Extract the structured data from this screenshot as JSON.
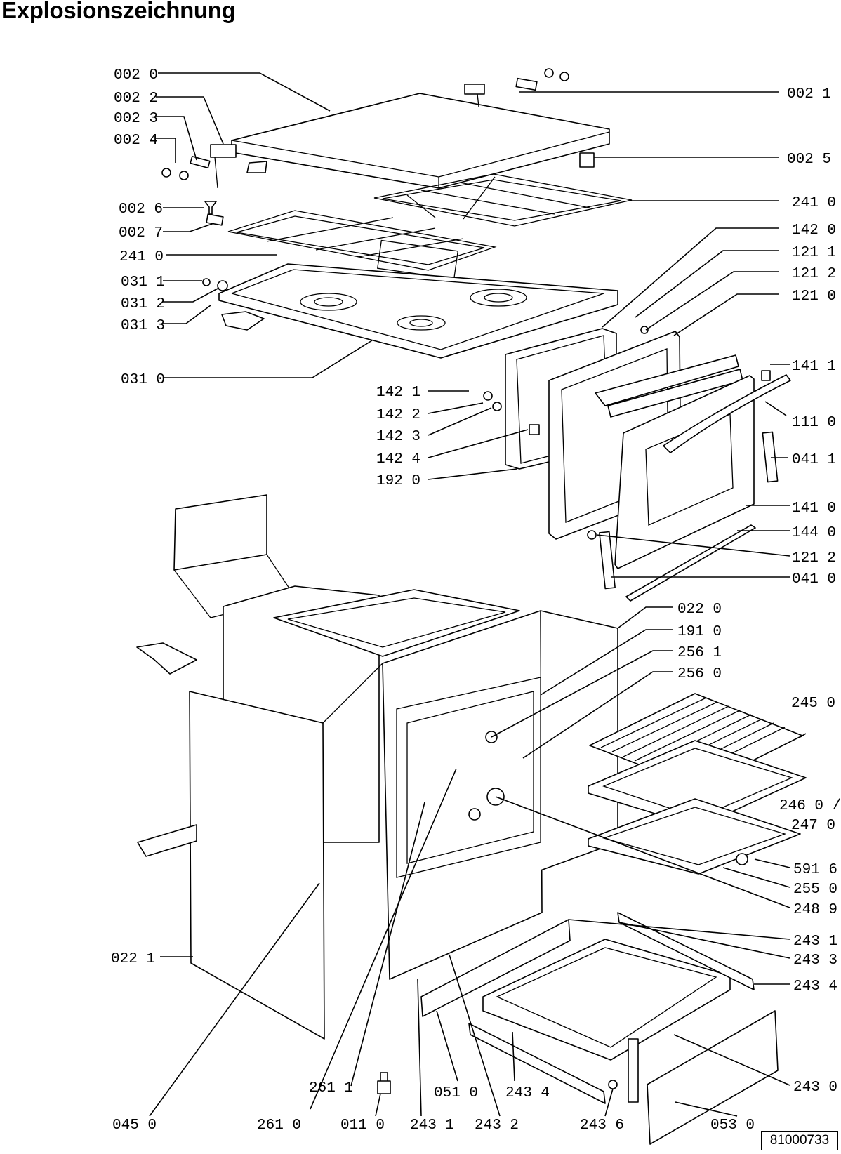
{
  "title": "Explosionszeichnung",
  "document_number": "81000733",
  "labels": {
    "l0020": "002 0",
    "l0022": "002 2",
    "l0023": "002 3",
    "l0024": "002 4",
    "l0026": "002 6",
    "l0027": "002 7",
    "l2410a": "241 0",
    "l0311": "031 1",
    "l0312": "031 2",
    "l0313": "031 3",
    "l0310": "031 0",
    "l1421": "142 1",
    "l1422": "142 2",
    "l1423": "142 3",
    "l1424": "142 4",
    "l1920": "192 0",
    "l0021": "002 1",
    "l0025": "002 5",
    "l2410b": "241 0",
    "l1420": "142 0",
    "l1211": "121 1",
    "l1212a": "121 2",
    "l1210": "121 0",
    "l1411": "141 1",
    "l1110": "111 0",
    "l0411": "041 1",
    "l1410": "141 0",
    "l1440": "144 0",
    "l1212b": "121 2",
    "l0410": "041 0",
    "l0220": "022 0",
    "l1910": "191 0",
    "l2561": "256 1",
    "l2560": "256 0",
    "l2450": "245 0",
    "l2460": "246 0 /",
    "l2470": "247 0",
    "l5916": "591 6",
    "l2550": "255 0",
    "l2489": "248 9",
    "l2431r": "243 1",
    "l2433": "243 3",
    "l2434r": "243 4",
    "l2430": "243 0",
    "l0221": "022 1",
    "l2611": "261 1",
    "l0510": "051 0",
    "l2434b": "243 4",
    "l0450": "045 0",
    "l2610": "261 0",
    "l0110": "011 0",
    "l2431b": "243 1",
    "l2432": "243 2",
    "l2436": "243 6",
    "l0530": "053 0"
  }
}
